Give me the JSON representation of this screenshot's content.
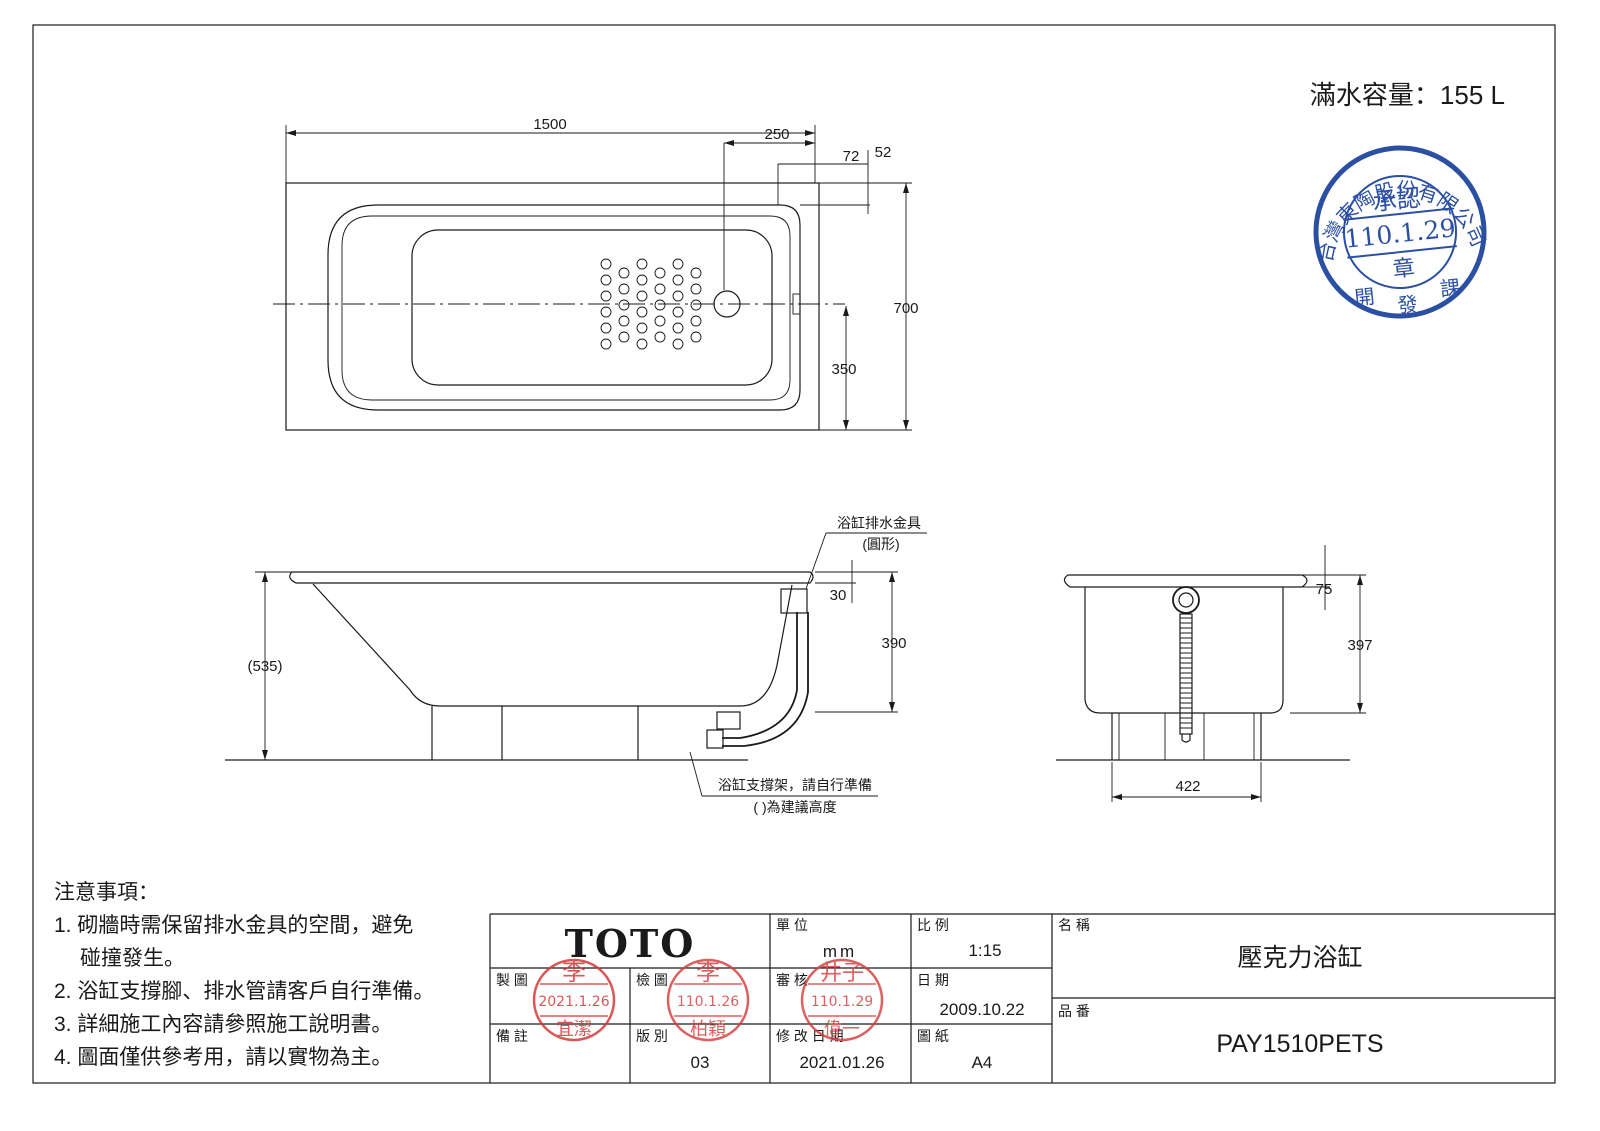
{
  "capacity_label": "滿水容量：155 L",
  "dimensions": {
    "top_length": "1500",
    "top_250": "250",
    "top_72": "72",
    "top_52": "52",
    "top_width": "700",
    "top_350": "350",
    "side_height": "(535)",
    "side_30": "30",
    "side_390": "390",
    "end_75": "75",
    "end_397": "397",
    "end_422": "422"
  },
  "annotations": {
    "drain_fitting": "浴缸排水金具",
    "drain_shape": "(圓形)",
    "support_frame": "浴缸支撐架，請自行準備",
    "suggested_height": "(   )為建議高度"
  },
  "notes": {
    "heading": "注意事項：",
    "items": [
      "1. 砌牆時需保留排水金具的空間，避免",
      "碰撞發生。",
      "2. 浴缸支撐腳、排水管請客戶自行準備。",
      "3. 詳細施工內容請參照施工說明書。",
      "4. 圖面僅供參考用，請以實物為主。"
    ]
  },
  "title_block": {
    "brand": "TOTO",
    "unit_label": "單 位",
    "unit_value": "mm",
    "scale_label": "比 例",
    "scale_value": "1:15",
    "name_label": "名 稱",
    "name_value": "壓克力浴缸",
    "drawn_label": "製 圖",
    "checked_label": "檢 圖",
    "reviewed_label": "審 核",
    "date_label": "日 期",
    "date_value": "2009.10.22",
    "part_label": "品 番",
    "part_value": "PAY1510PETS",
    "remarks_label": "備 註",
    "version_label": "版 別",
    "version_value": "03",
    "revision_label": "修 改 日 期",
    "revision_value": "2021.01.26",
    "paper_label": "圖 紙",
    "paper_value": "A4"
  },
  "stamps": {
    "company_ring": "台灣東陶股份有限公司",
    "approve": "承認",
    "approve_date": "110.1.29",
    "seal": "章",
    "dept_left": "開",
    "dept_mid": "發",
    "dept_right": "課",
    "drawn_name_top": "李",
    "drawn_date": "2021.1.26",
    "drawn_name_bottom": "宜潔",
    "checked_name_top": "李",
    "checked_date": "110.1.26",
    "checked_name_bottom": "柏穎",
    "reviewed_name_top": "井子",
    "reviewed_date": "110.1.29",
    "reviewed_name_bottom": "偉一"
  },
  "colors": {
    "stamp_blue": "#2b4fa3",
    "stamp_red": "#d33a3a",
    "line": "#1a1a1a"
  }
}
